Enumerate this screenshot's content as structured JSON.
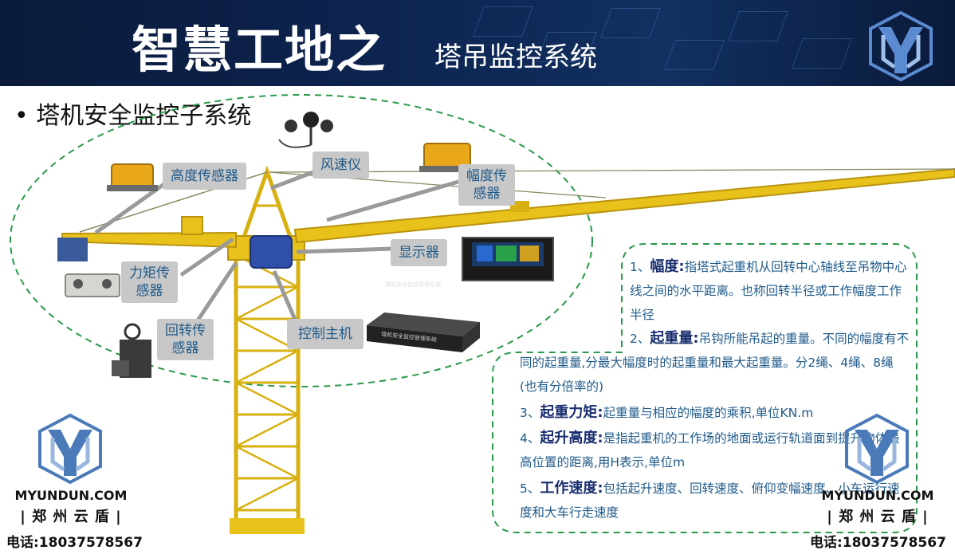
{
  "header": {
    "title_main": "智慧工地之",
    "title_sub": "塔吊监控系统"
  },
  "section_title": "• 塔机安全监控子系统",
  "callouts": {
    "height_sensor": "高度传感器",
    "anemometer": "风速仪",
    "amplitude_sensor": [
      "幅度传",
      "感器"
    ],
    "display": "显示器",
    "torque_sensor": [
      "力矩传",
      "感器"
    ],
    "slewing_sensor": [
      "回转传",
      "感器"
    ],
    "control_host": "控制主机"
  },
  "display_screen_text": "塔机安全监控管理系统",
  "host_device_text": "塔机安全监控管理系统",
  "info": {
    "item1_num": "1、",
    "item1_term": "幅度:",
    "item1_desc": "指塔式起重机从回转中心轴线至吊物中心线之间的水平距离。也称回转半径或工作幅度工作半径",
    "item2_num": "2、",
    "item2_term": "起重量:",
    "item2_desc": "吊钩所能吊起的重量。不同的幅度有不同的起重量,分最大幅度时的起重量和最大起重量。分2绳、4绳、8绳(也有分倍率的)",
    "item3_num": "3、",
    "item3_term": "起重力矩:",
    "item3_desc": "起重量与相应的幅度的乘积,单位KN.m",
    "item4_num": "4、",
    "item4_term": "起升高度:",
    "item4_desc": "是指起重机的工作场的地面或运行轨道面到提升物体最高位置的距离,用H表示,单位m",
    "item5_num": "5、",
    "item5_term": "工作速度:",
    "item5_desc": "包括起升速度、回转速度、俯仰变幅速度、小车运行速度和大车行走速度"
  },
  "brand": {
    "domain": "MYUNDUN.COM",
    "name": "| 郑 州 云 盾 |",
    "phone": "电话:18037578567"
  },
  "colors": {
    "header_bg": "#0d2450",
    "crane_yellow": "#e8c21a",
    "callout_bg": "#c8c8c8",
    "callout_text": "#1f5a8a",
    "dashed_green": "#2a9a4a",
    "logo_blue": "#4a7ab8"
  }
}
